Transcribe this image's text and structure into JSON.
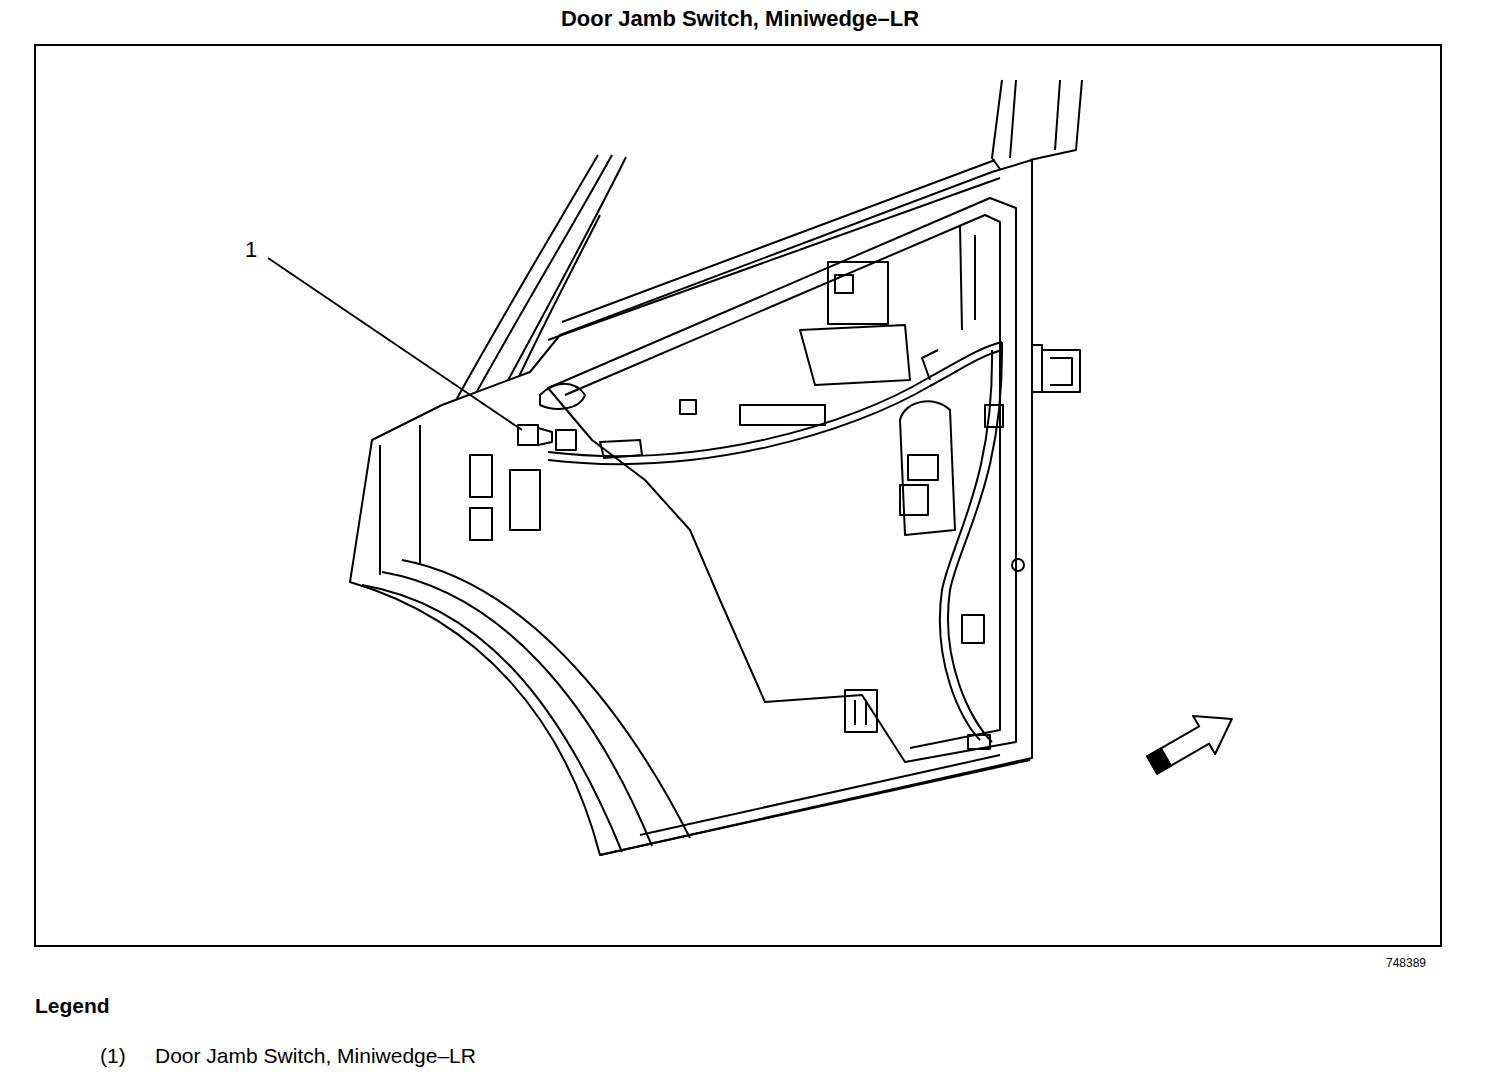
{
  "diagram": {
    "title": "Door Jamb Switch, Miniwedge–LR",
    "labels": [
      "1",
      "748389",
      "Legend",
      "(1)"
    ],
    "legend": [
      {
        "text": "Door Jamb Switch, Miniwedge–LR"
      }
    ]
  }
}
